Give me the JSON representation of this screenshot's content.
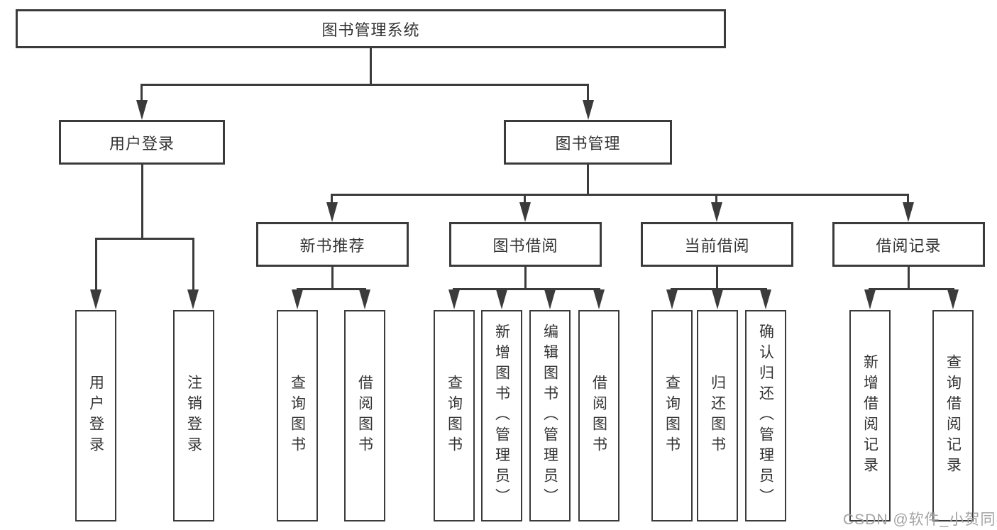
{
  "tree": {
    "root": {
      "label": "图书管理系统"
    },
    "user_branch": {
      "label": "用户登录",
      "leaves": [
        "用户登录",
        "注销登录"
      ]
    },
    "book_branch": {
      "label": "图书管理",
      "groups": [
        {
          "label": "新书推荐",
          "leaves": [
            "查询图书",
            "借阅图书"
          ]
        },
        {
          "label": "图书借阅",
          "leaves": [
            "查询图书",
            "新增图书（管理员）",
            "编辑图书（管理员）",
            "借阅图书"
          ]
        },
        {
          "label": "当前借阅",
          "leaves": [
            "查询图书",
            "归还图书",
            "确认归还（管理员）"
          ]
        },
        {
          "label": "借阅记录",
          "leaves": [
            "新增借阅记录",
            "查询借阅记录"
          ]
        }
      ]
    }
  },
  "watermark": "CSDN @软件_小贺同学",
  "colors": {
    "line": "#3b3b3b",
    "text": "#333333",
    "watermark": "#a3a3a3",
    "background": "#ffffff"
  }
}
